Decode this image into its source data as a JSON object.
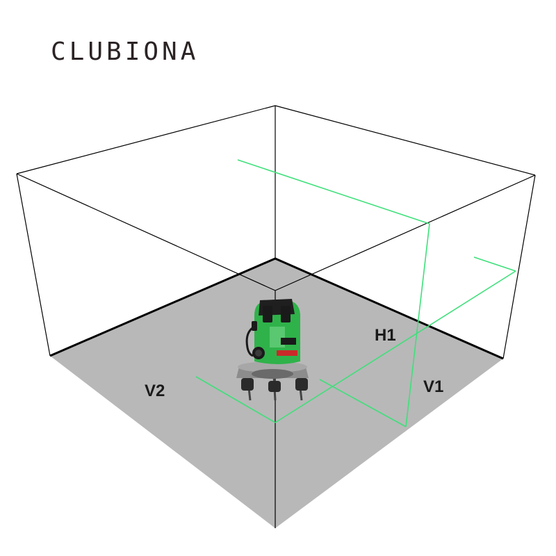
{
  "brand": {
    "name": "CLUBIONA"
  },
  "labels": {
    "h1": "H1",
    "v1": "V1",
    "v2": "V2"
  },
  "colors": {
    "laser": "#3ee07a",
    "floor": "#b8b8b8",
    "frame": "#000000",
    "device_body": "#2fb24a",
    "device_top": "#1f1f1f"
  },
  "device": {
    "name": "laser-level-icon"
  }
}
